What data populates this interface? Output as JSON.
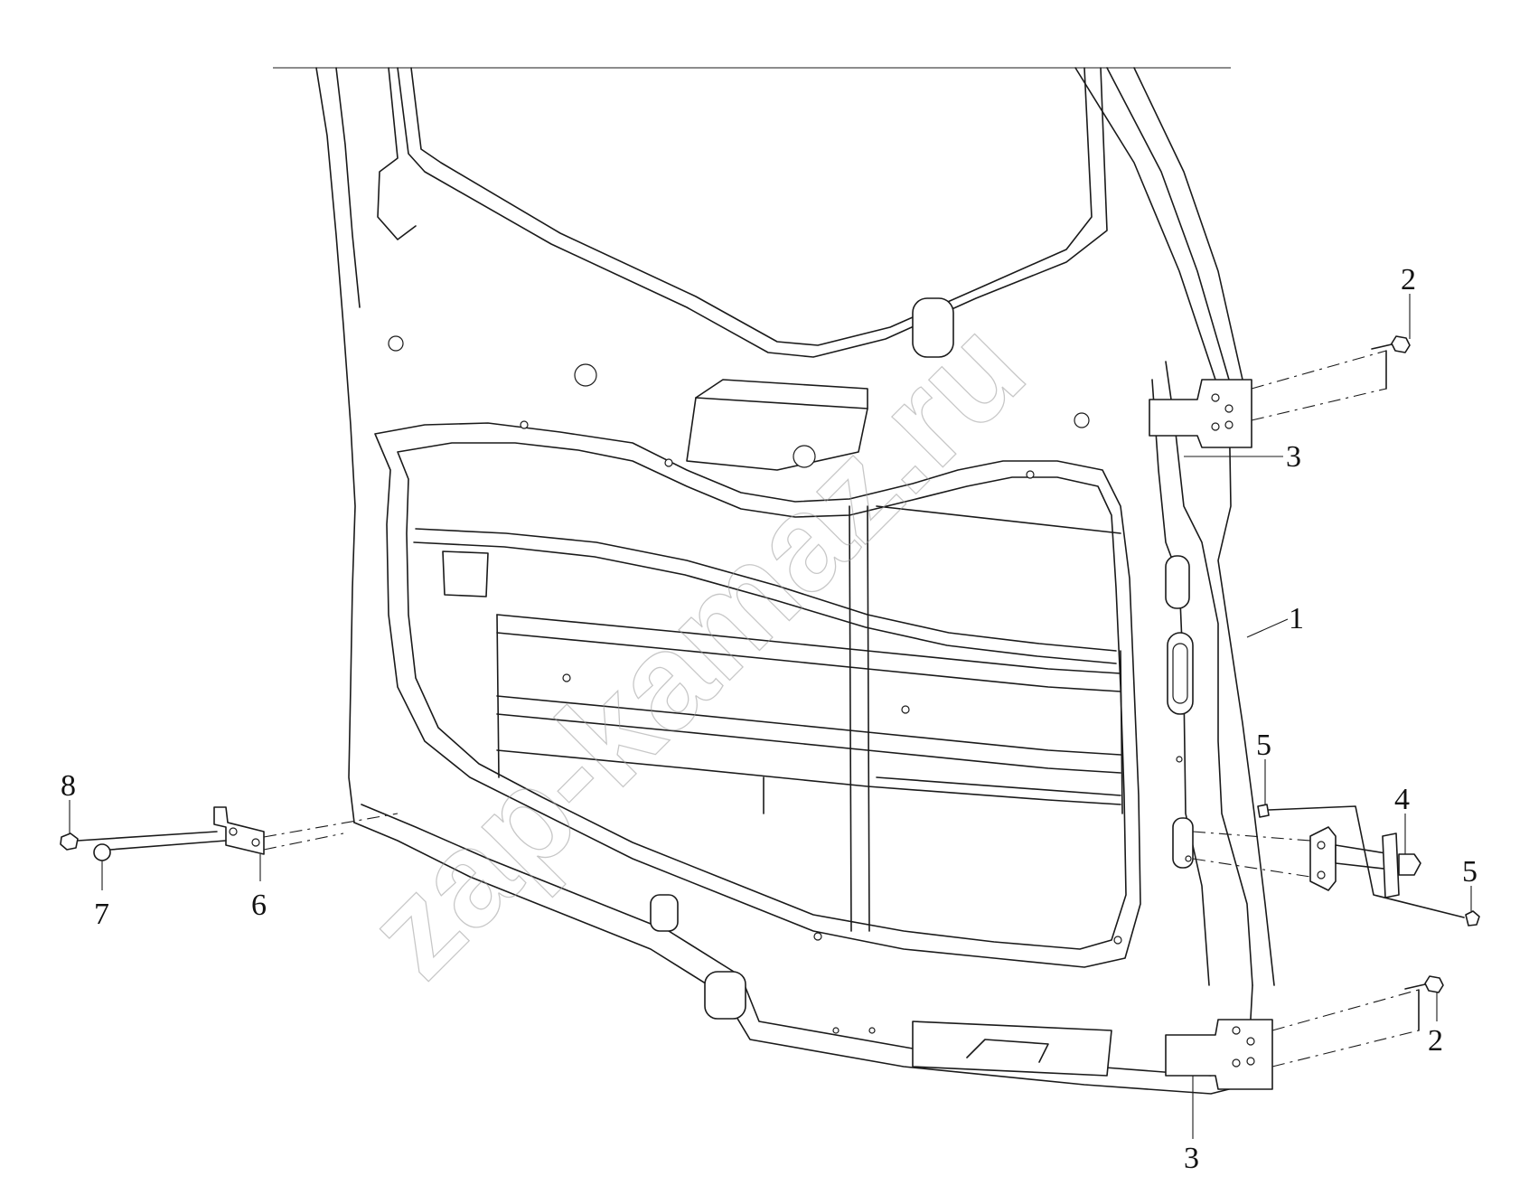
{
  "watermark": "zap-kamaz.ru",
  "callouts": {
    "c1": "1",
    "c2_top": "2",
    "c2_bottom": "2",
    "c3_top": "3",
    "c3_bottom": "3",
    "c4": "4",
    "c5_top": "5",
    "c5_right": "5",
    "c6": "6",
    "c7": "7",
    "c8": "8"
  }
}
